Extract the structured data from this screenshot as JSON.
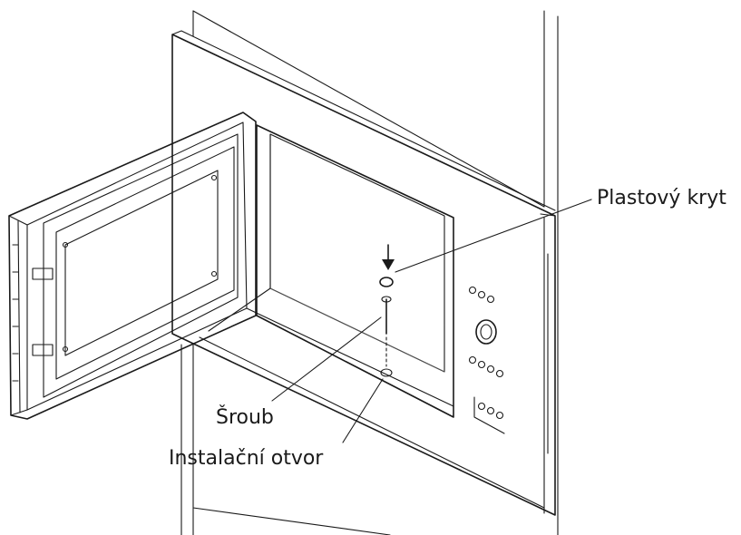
{
  "labels": {
    "plastic_cover": "Plastový kryt",
    "screw": "Šroub",
    "mounting_hole": "Instalační otvor"
  },
  "colors": {
    "ink": "#1a1a1a",
    "background": "#ffffff"
  }
}
